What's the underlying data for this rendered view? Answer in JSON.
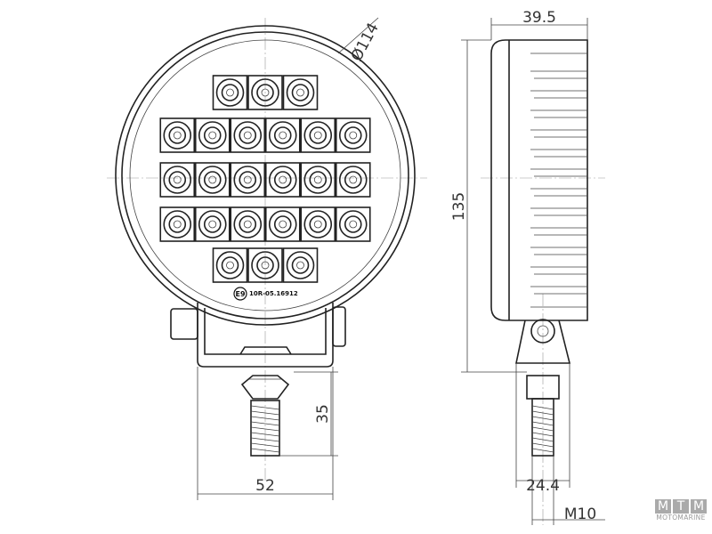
{
  "dimensions": {
    "diameter": "Ø114",
    "depth": "39.5",
    "height": "135",
    "bolt_length": "35",
    "bracket_width": "52",
    "bracket_depth": "24.4",
    "thread": "M10"
  },
  "approval_mark": {
    "symbol": "E9",
    "code": "10R-05.16912"
  },
  "led_rows": [
    3,
    6,
    6,
    6,
    3
  ],
  "brand": {
    "letters": [
      "M",
      "T",
      "M"
    ],
    "name": "MOTOMARINE",
    "color": "#aaaaaa"
  }
}
